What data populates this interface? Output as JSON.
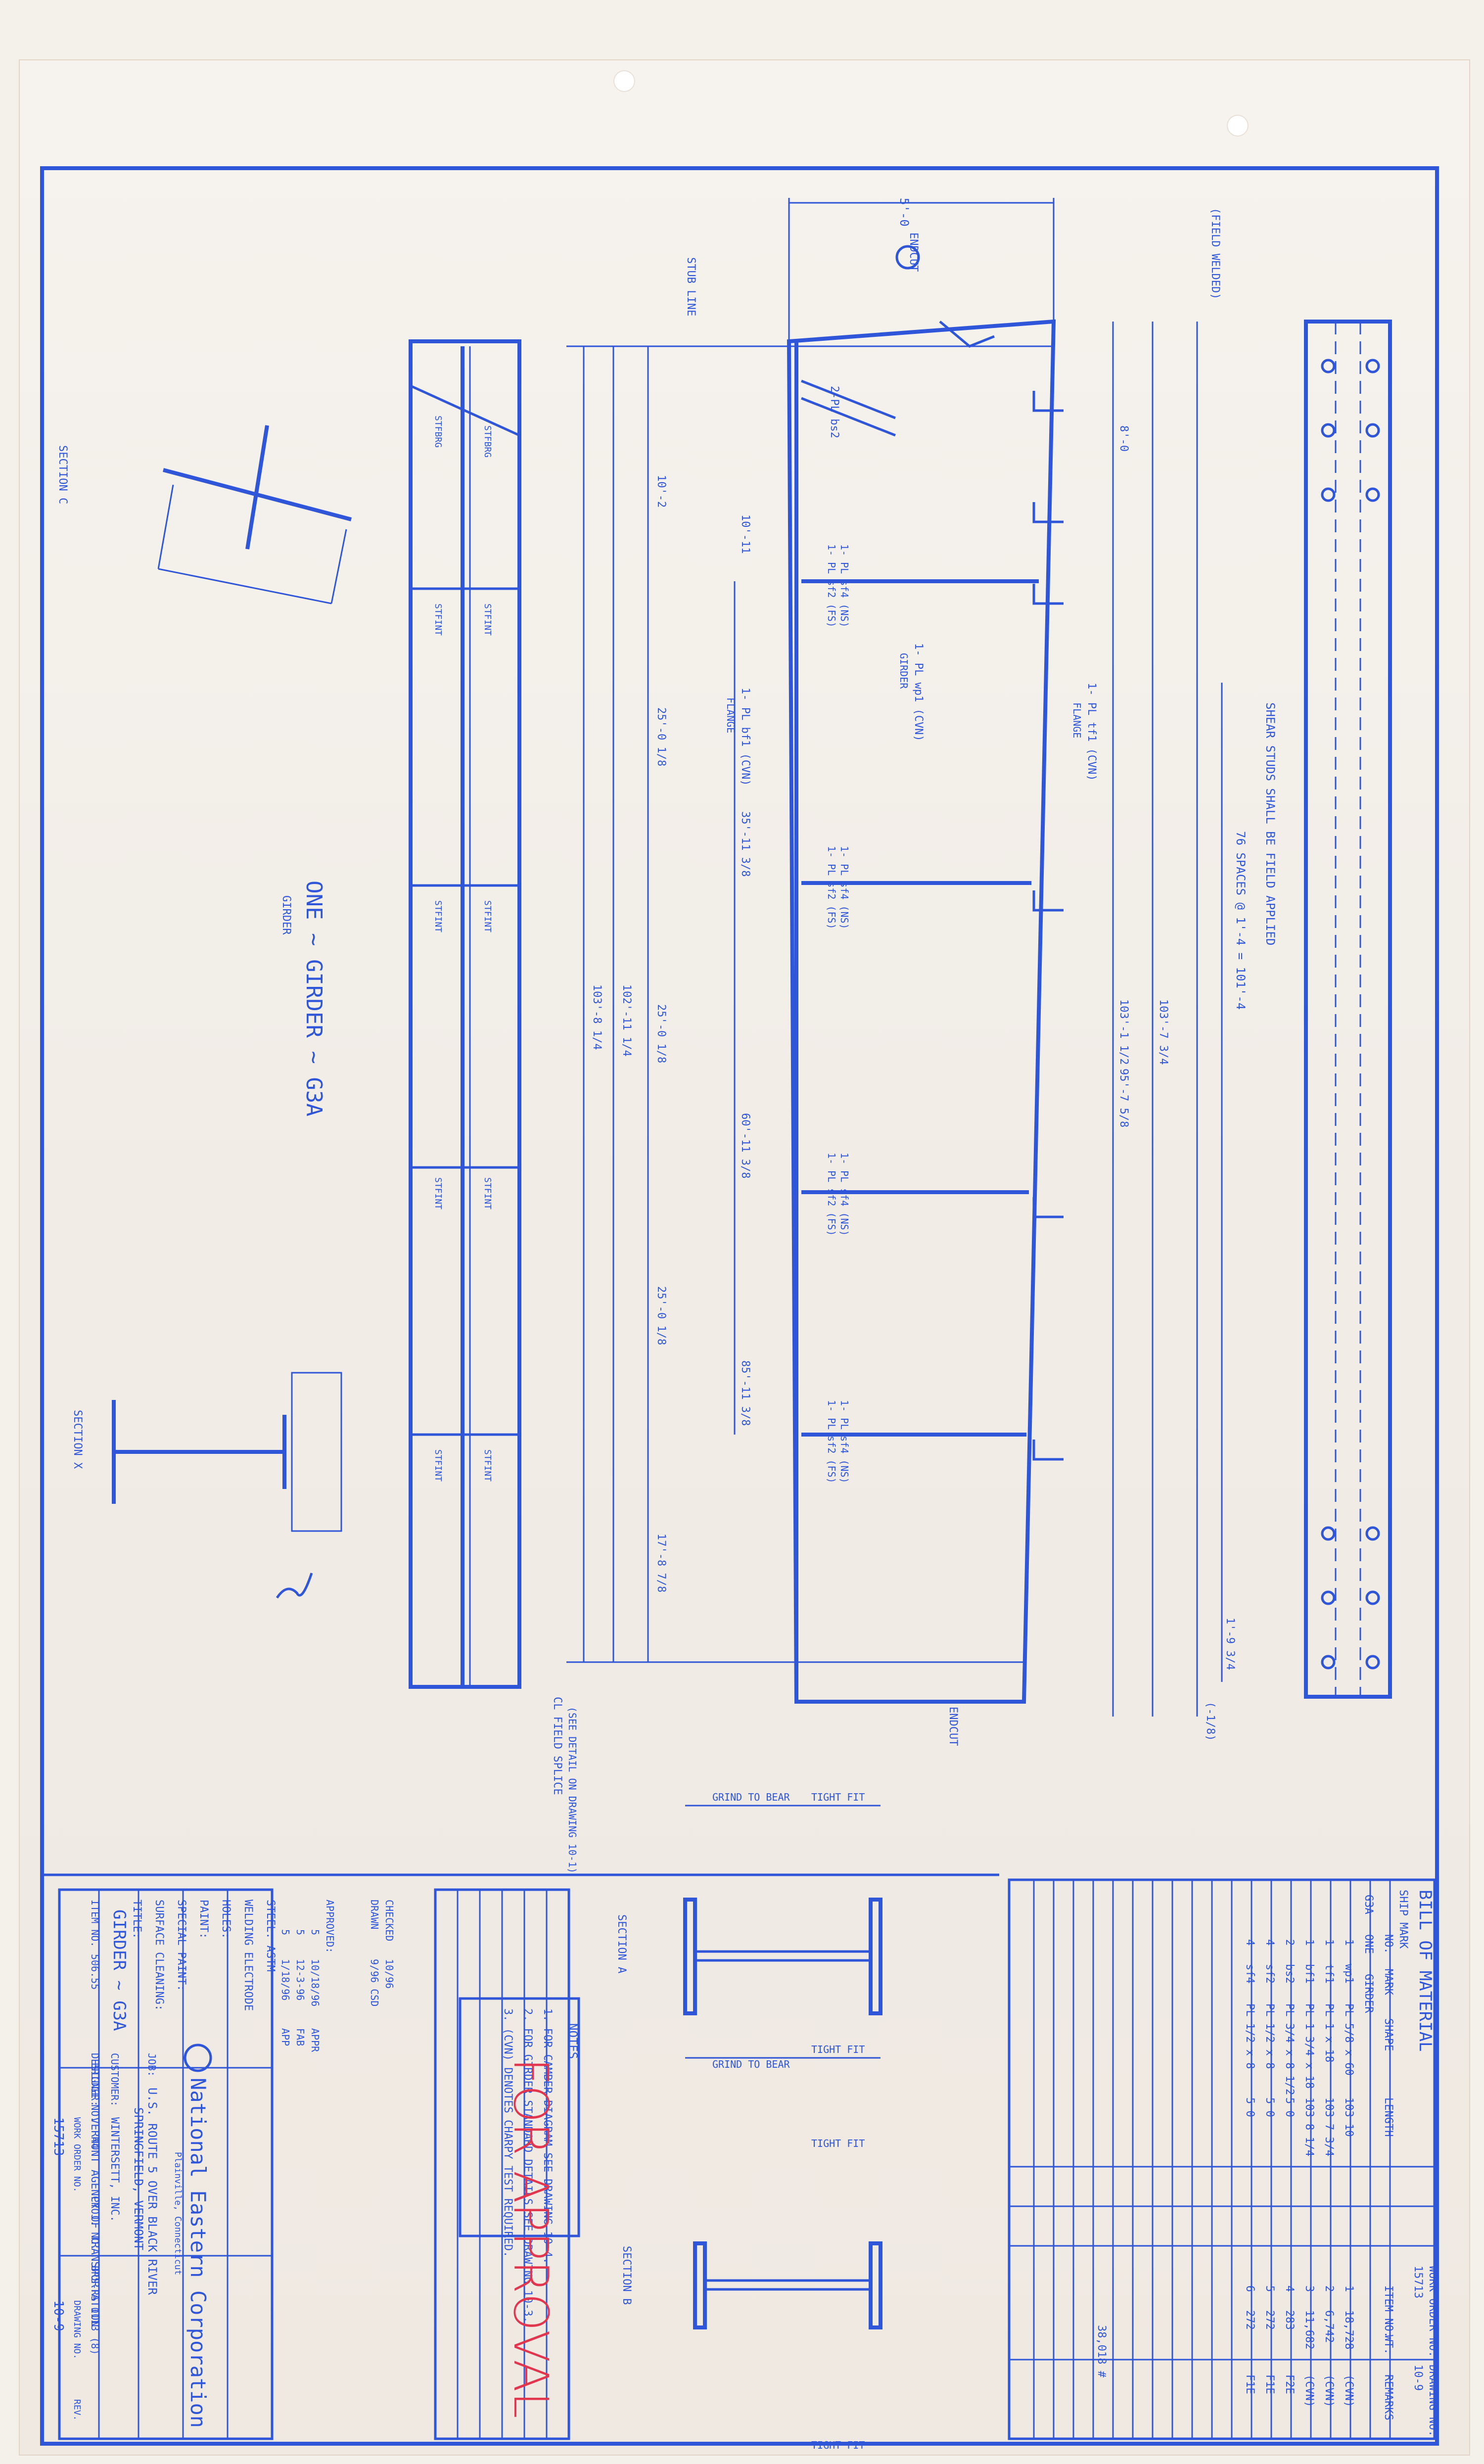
{
  "colors": {
    "ink": "#2f56d8",
    "paper": "#f4f0ea",
    "stamp": "#e2364f"
  },
  "title_block": {
    "company": "National Eastern Corporation",
    "company_location": "Plainville, Connecticut",
    "project_line1": "U.S. ROUTE 5 OVER BLACK RIVER",
    "project_line2": "SPRINGFIELD, VERMONT",
    "job_label": "JOB:",
    "customer_label": "CUSTOMER:",
    "customer": "WINTERSETT, INC.",
    "designer_label": "DESIGNER:",
    "designer": "VERMONT AGENCY OF TRANSPORTATION",
    "work_order_label": "WORK ORDER NO.",
    "work_order": "15713",
    "drawing_no_label": "DRAWING NO.",
    "drawing_no": "10-9",
    "rev_label": "REV.",
    "title_label": "TITLE:",
    "title": "GIRDER ~ G3A",
    "item_no_label": "ITEM NO.",
    "item_no": "506.55",
    "bridge_no_label": "BRIDGE NO.",
    "bridge_no": "44",
    "proj_no_label": "PROJ. NO.",
    "proj_no": "BRS-RS 0113 (8)",
    "approved_label": "APPROVED:",
    "drawn_label": "DRAWN",
    "checked_label": "CHECKED",
    "drawn": "9/96  CSD",
    "checked": "10/96",
    "rev_rows": [
      {
        "no": "5",
        "date": "10/18/96",
        "desc": "APPR"
      },
      {
        "no": "5",
        "date": "12-3-96",
        "desc": "FAB"
      },
      {
        "no": "5",
        "date": "1/18/96",
        "desc": "APP"
      }
    ],
    "spec_rows": [
      "STEEL: ASTM",
      "WELDING ELECTRODE",
      "HOLES:",
      "PAINT:",
      "SPECIAL PAINT:",
      "SURFACE CLEANING:"
    ]
  },
  "notes": {
    "heading": "NOTES",
    "items": [
      "1. FOR CAMBER DIAGRAM SEE DRAWING 10-4.",
      "2. FOR GIRDER STANDARD DETAILS SEE DRAWING 10-3.",
      "3. (CVN) DENOTES CHARPY TEST REQUIRED."
    ]
  },
  "stamp": "FOR APPROVAL",
  "bill_of_material": {
    "title": "BILL OF MATERIAL",
    "work_order_label": "WORK ORDER NO.",
    "work_order": "15713",
    "drawing_no_label": "DRAWING NO.",
    "drawing_no": "10-9",
    "headers": [
      "SHIP MARK",
      "NO.",
      "MARK",
      "SHAPE",
      "LENGTH",
      "ITEM NO.",
      "WT.",
      "REMARKS"
    ],
    "group_row": {
      "ship_mark": "G3A",
      "no": "ONE",
      "mark": "GIRDER"
    },
    "rows": [
      {
        "no": "1",
        "mark": "wp1",
        "shape": "PL 5/8 x 60",
        "length": "103  10",
        "item": "1",
        "wt": "18,728",
        "remarks": "(CVN)"
      },
      {
        "no": "1",
        "mark": "tf1",
        "shape": "PL 1 x 18",
        "length": "103  7 3/4",
        "item": "2",
        "wt": "6,742",
        "remarks": "(CVN)"
      },
      {
        "no": "1",
        "mark": "bf1",
        "shape": "PL 1 3/4 x 18",
        "length": "103  8 1/4",
        "item": "3",
        "wt": "11,682",
        "remarks": "(CVN)"
      },
      {
        "no": "2",
        "mark": "bs2",
        "shape": "PL 3/4 x 8 1/2",
        "length": "5   0",
        "item": "4",
        "wt": "283",
        "remarks": "F2E"
      },
      {
        "no": "4",
        "mark": "sf2",
        "shape": "PL 1/2 x 8",
        "length": "5   0",
        "item": "5",
        "wt": "272",
        "remarks": "F1E"
      },
      {
        "no": "4",
        "mark": "sf4",
        "shape": "PL 1/2 x 8",
        "length": "5   0",
        "item": "6",
        "wt": "272",
        "remarks": "F1E"
      }
    ],
    "total": "38,018 #"
  },
  "drawing": {
    "view_title": "ONE ~ GIRDER ~ G3A",
    "view_tag": "GIRDER",
    "dim_5_0": "5'-0",
    "endcut_top": "ENDCUT",
    "endcut_bottom": "ENDCUT",
    "field_welded": "(FIELD WELDED)",
    "stub_line": "STUB LINE",
    "shear_studs": "SHEAR STUDS SHALL BE FIELD APPLIED",
    "stud_spaces": "76 SPACES @ 1'-4 = 101'-4",
    "tf1": "1- PL tf1 (CVN)",
    "wp1": "1- PL wp1 (CVN)",
    "bf1": "1- PL bf1 (CVN)",
    "flange_tag": "FLANGE",
    "girder_tag": "GIRDER",
    "bs2": "2-PL bs2",
    "sf4_ns": "1- PL sf4 (NS)",
    "sf2_fs": "1- PL sf2 (FS)",
    "dims_left": [
      "10'-2",
      "25'-0 1/8",
      "25'-0 1/8",
      "25'-0 1/8",
      "17'-8 7/8",
      "102'-11 1/4",
      "103'-8 1/4"
    ],
    "dims_mid": [
      "10'-11",
      "35'-11 3/8",
      "60'-11 3/8",
      "85'-11 3/8"
    ],
    "dims_right": [
      "8'-0",
      "103'-7 3/4",
      "103'-1 1/2",
      "95'-7 5/8",
      "1'-9 3/4",
      "(-1/8)"
    ],
    "field_splice": "CL FIELD SPLICE",
    "see_detail": "(SEE DETAIL ON DRAWING 10-1)",
    "section_a": "SECTION A",
    "section_b": "SECTION B",
    "section_c": "SECTION C",
    "section_x": "SECTION X",
    "grind_to_bear": "GRIND TO BEAR",
    "tight_fit": "TIGHT FIT",
    "stfint": "STFINT",
    "stfbrg": "STFBRG"
  }
}
